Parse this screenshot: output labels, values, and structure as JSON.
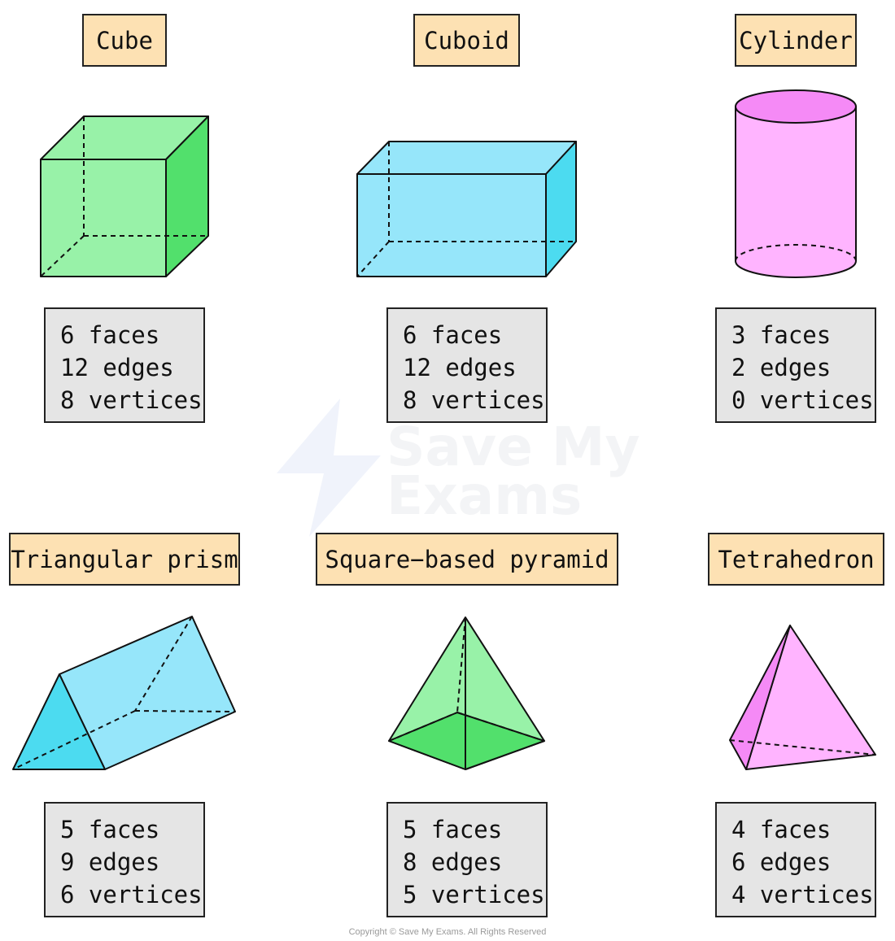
{
  "colors": {
    "green_light": "#98f2a8",
    "green_dark": "#52e06c",
    "blue_light": "#96e6fa",
    "blue_dark": "#4cdbf0",
    "pink_light": "#ffb4ff",
    "pink_dark": "#f58af6",
    "label_bg": "#fde1b3",
    "stats_bg": "#e5e5e5"
  },
  "shapes": [
    {
      "key": "cube",
      "name": "Cube",
      "faces": "6 faces",
      "edges": "12 edges",
      "vertices": "8 vertices"
    },
    {
      "key": "cuboid",
      "name": "Cuboid",
      "faces": "6 faces",
      "edges": "12 edges",
      "vertices": "8 vertices"
    },
    {
      "key": "cylinder",
      "name": "Cylinder",
      "faces": "3 faces",
      "edges": "2 edges",
      "vertices": "0 vertices"
    },
    {
      "key": "triangular_prism",
      "name": "Triangular prism",
      "faces": "5 faces",
      "edges": "9 edges",
      "vertices": "6 vertices"
    },
    {
      "key": "square_pyramid",
      "name": "Square−based pyramid",
      "faces": "5 faces",
      "edges": "8 edges",
      "vertices": "5 vertices"
    },
    {
      "key": "tetrahedron",
      "name": "Tetrahedron",
      "faces": "4 faces",
      "edges": "6 edges",
      "vertices": "4 vertices"
    }
  ],
  "watermark": {
    "line1": "Save My",
    "line2": "Exams"
  },
  "copyright": "Copyright © Save My Exams. All Rights Reserved"
}
